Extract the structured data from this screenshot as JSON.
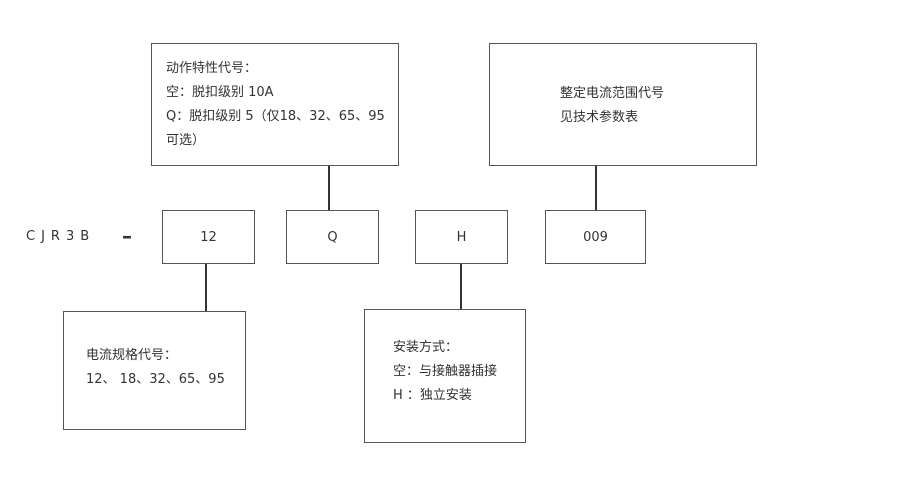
{
  "model": {
    "prefix": "CJR3B",
    "separator": "–"
  },
  "codes": {
    "rating": "12",
    "action": "Q",
    "mount": "H",
    "setting": "009"
  },
  "action_box": {
    "lines": [
      "动作特性代号：",
      "空：脱扣级别 10A",
      "Q：脱扣级别 5（仅18、32、65、95",
      "可选）"
    ]
  },
  "setting_box": {
    "lines": [
      "整定电流范围代号",
      "见技术参数表"
    ]
  },
  "rating_box": {
    "lines": [
      "电流规格代号：",
      "12、 18、32、65、95"
    ]
  },
  "mount_box": {
    "lines": [
      "安装方式：",
      "空：与接触器插接",
      "H ：独立安装"
    ]
  }
}
